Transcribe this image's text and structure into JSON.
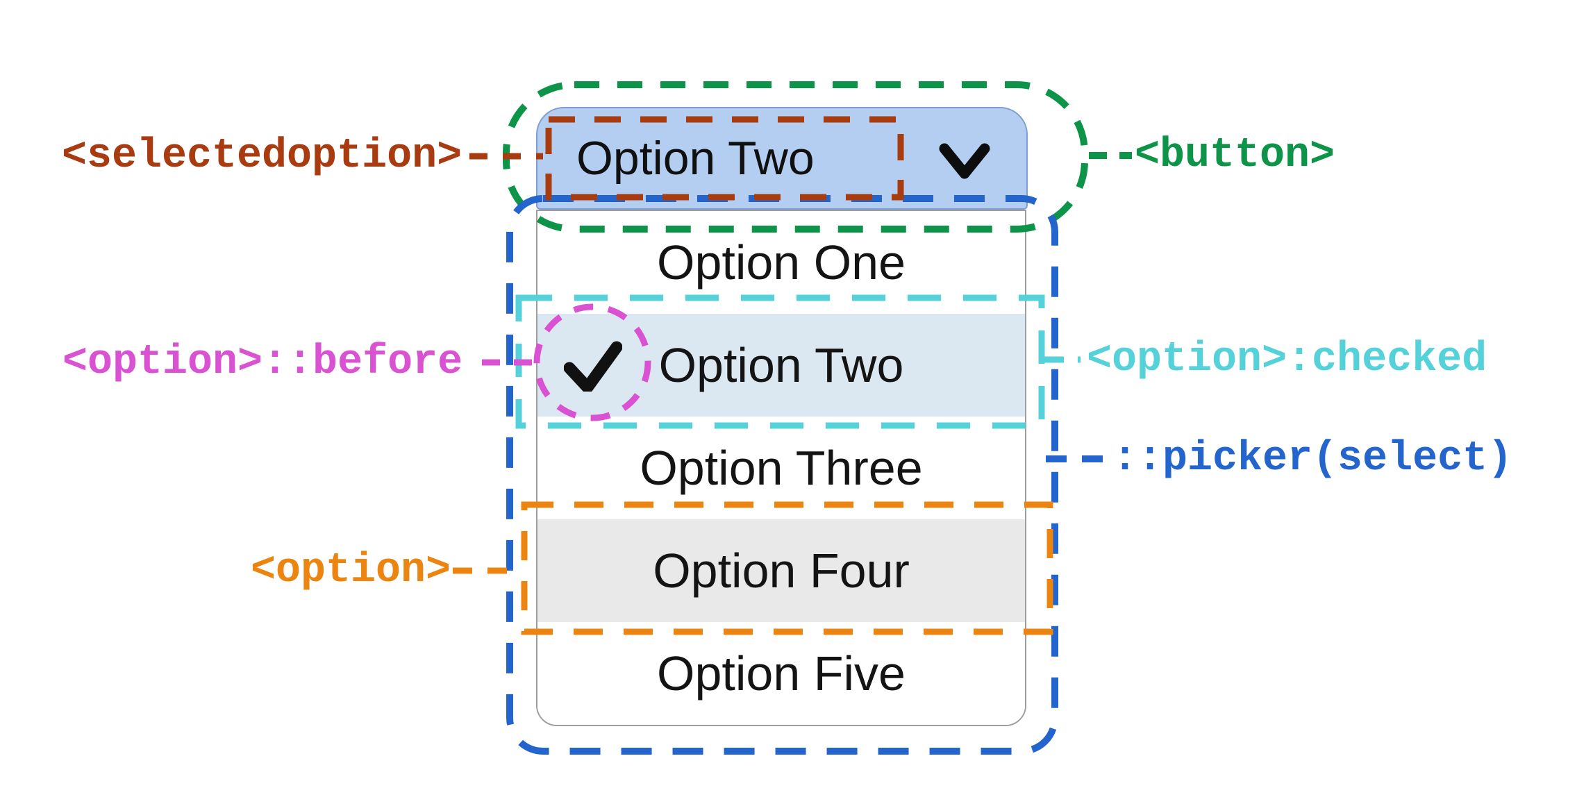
{
  "select": {
    "button": {
      "label": "Option Two",
      "icon": "chevron-down-icon",
      "background": "#b4cef2",
      "border_color": "#7e9fd0"
    },
    "options": [
      {
        "label": "Option One",
        "state": "normal"
      },
      {
        "label": "Option Two",
        "state": "checked",
        "checkmark_icon": "checkmark-icon",
        "background": "#dce8f1"
      },
      {
        "label": "Option Three",
        "state": "normal"
      },
      {
        "label": "Option Four",
        "state": "hovered",
        "background": "#e9e9e9"
      },
      {
        "label": "Option Five",
        "state": "normal"
      }
    ]
  },
  "annotations": {
    "selectedoption": {
      "label": "<selectedoption>",
      "color": "#a83b10",
      "side": "left",
      "outline": "dashed-rect-around-button-text"
    },
    "button": {
      "label": "<button>",
      "color": "#0d9448",
      "side": "right",
      "outline": "dashed-capsule-around-button"
    },
    "option_before": {
      "label": "<option>::before",
      "color": "#d852d2",
      "side": "left",
      "outline": "dashed-circle-around-checkmark"
    },
    "option_checked": {
      "label": "<option>:checked",
      "color": "#55d1d9",
      "side": "right",
      "outline": "dashed-rect-around-checked-row"
    },
    "picker": {
      "label": "::picker(select)",
      "color": "#2365cd",
      "side": "right",
      "outline": "dashed-rect-around-dropdown"
    },
    "option": {
      "label": "<option>",
      "color": "#eb850f",
      "side": "left",
      "outline": "dashed-rect-around-option-four-row"
    }
  },
  "colors": {
    "page_background": "#ffffff",
    "button_fill": "#b4cef2",
    "button_border": "#7e9fd0",
    "checked_row_fill": "#dce8f1",
    "hovered_row_fill": "#e9e9e9",
    "panel_border": "#9e9e9e",
    "text": "#141414",
    "green": "#0d9448",
    "brown": "#a83b10",
    "blue": "#2365cd",
    "cyan": "#55d1d9",
    "orange": "#eb850f",
    "magenta": "#d852d2"
  }
}
